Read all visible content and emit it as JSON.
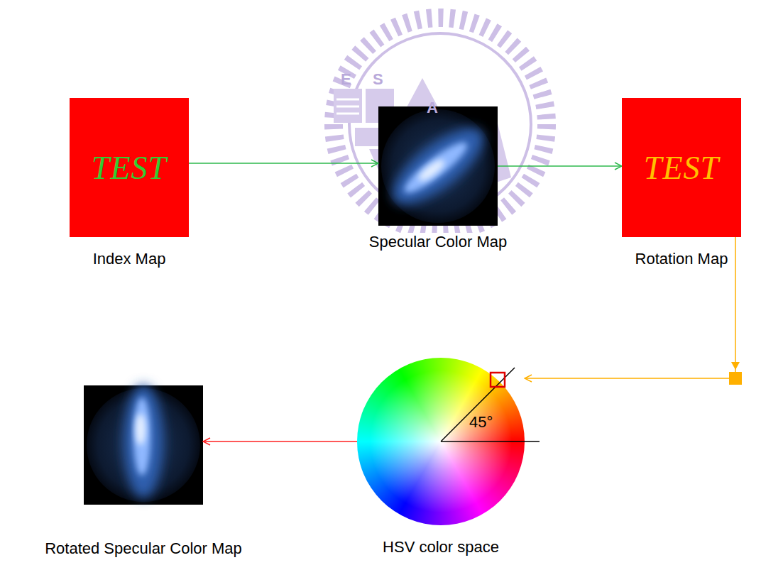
{
  "diagram": {
    "nodes": [
      {
        "text": [
          "TEST",
          "Index Map"
        ]
      },
      {
        "text": [
          "Specular Color Map"
        ]
      },
      {
        "text": [
          "TEST",
          "Rotation Map"
        ]
      },
      {
        "text": [
          "45°",
          "HSV color space"
        ]
      },
      {
        "text": [
          "Rotated Specular Color Map"
        ]
      }
    ],
    "edges": [
      {
        "from": 0,
        "to": 1,
        "arrow": "to"
      },
      {
        "from": 1,
        "to": 2,
        "arrow": "to"
      },
      {
        "from": 2,
        "to": 3,
        "arrow": "to"
      },
      {
        "from": 3,
        "to": 4,
        "arrow": "to"
      }
    ],
    "labels": [
      "E",
      "S",
      "A"
    ]
  }
}
